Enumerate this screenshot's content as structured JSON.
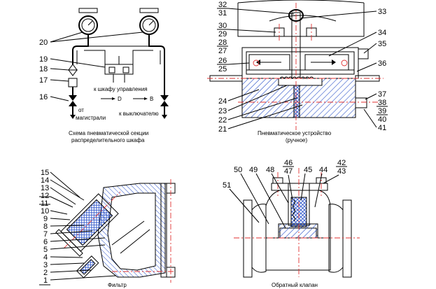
{
  "top_left": {
    "callouts": [
      "20",
      "19",
      "18",
      "17",
      "16"
    ],
    "label_control": "к шкафу управления",
    "label_D": "D",
    "label_B": "B",
    "label_from": "от",
    "label_main": "магистрали",
    "label_to_switches": "к выключателю",
    "caption_line1": "Схема пневматической секции",
    "caption_line2": "распределительного шкафа"
  },
  "top_right": {
    "callouts_left": [
      "32",
      "31",
      "30",
      "29",
      "28",
      "27",
      "26",
      "25",
      "24",
      "23",
      "22",
      "21"
    ],
    "callouts_right": [
      "33",
      "34",
      "35",
      "36",
      "37",
      "38",
      "39",
      "40",
      "41"
    ],
    "caption_line1": "Пневматическое устройство",
    "caption_line2": "(ручное)"
  },
  "bottom_left": {
    "callouts": [
      "15",
      "14",
      "13",
      "12",
      "11",
      "10",
      "9",
      "8",
      "7",
      "6",
      "5",
      "4",
      "3",
      "2",
      "1"
    ],
    "caption": "Фильтр"
  },
  "bottom_right": {
    "callouts": [
      "51",
      "50",
      "49",
      "48",
      "46",
      "47",
      "45",
      "44",
      "42",
      "43"
    ],
    "caption": "Обратный клапан"
  },
  "colors": {
    "line": "#000000",
    "axis": "#e03030",
    "accent": "#2850c8"
  }
}
